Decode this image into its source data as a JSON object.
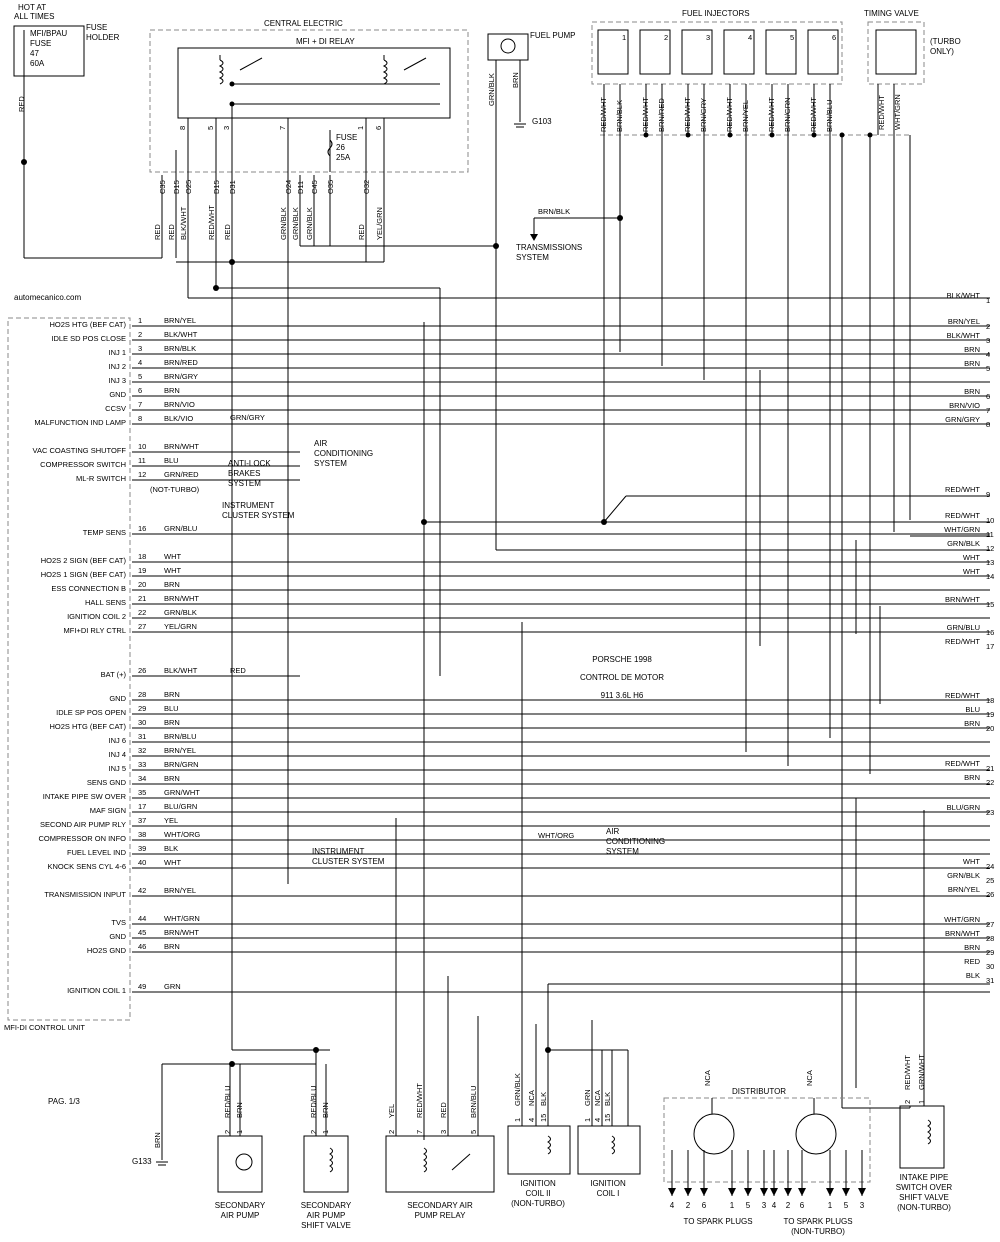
{
  "watermark": "automecanico.com",
  "page_label": "PAG. 1/3",
  "title": {
    "line1": "PORSCHE 1998",
    "line2": "CONTROL DE MOTOR",
    "line3": "911 3.6L H6"
  },
  "top": {
    "hot_at": "HOT AT",
    "all_times": "ALL TIMES",
    "fuse_holder": [
      "FUSE",
      "HOLDER"
    ],
    "mfi_fuse": [
      "MFI/BPAU",
      "FUSE",
      "47",
      "60A"
    ],
    "red": "RED",
    "central_electric": "CENTRAL ELECTRIC",
    "relay": "MFI + DI RELAY",
    "relay_pins": [
      "8",
      "5",
      "3",
      "7",
      "1",
      "6"
    ],
    "fuse26": [
      "FUSE",
      "26",
      "25A"
    ],
    "conn_pins": [
      "C35",
      "D15",
      "O25",
      "D15",
      "D31",
      "O24",
      "D11",
      "C45",
      "O35",
      "O32"
    ],
    "conn_wires": [
      "RED",
      "RED",
      "BLK/WHT",
      "RED/WHT",
      "RED",
      "GRN/BLK",
      "GRN/BLK",
      "GRN/BLK",
      "RED",
      "YEL/GRN"
    ],
    "fuel_pump": "FUEL PUMP",
    "fp_wires": [
      "GRN/BLK",
      "BRN"
    ],
    "g103": "G103",
    "trans": {
      "wire": "BRN/BLK",
      "label": [
        "TRANSMISSIONS",
        "SYSTEM"
      ]
    },
    "fuel_injectors": "FUEL INJECTORS",
    "injectors": [
      {
        "n": "1",
        "w1": "RED/WHT",
        "w2": "BRN/BLK"
      },
      {
        "n": "2",
        "w1": "RED/WHT",
        "w2": "BRN/RED"
      },
      {
        "n": "3",
        "w1": "RED/WHT",
        "w2": "BRN/GRY"
      },
      {
        "n": "4",
        "w1": "RED/WHT",
        "w2": "BRN/YEL"
      },
      {
        "n": "5",
        "w1": "RED/WHT",
        "w2": "BRN/GRN"
      },
      {
        "n": "6",
        "w1": "RED/WHT",
        "w2": "BRN/BLU"
      }
    ],
    "timing_valve": "TIMING VALVE",
    "turbo_only": [
      "(TURBO",
      "ONLY)"
    ],
    "tv_wires": [
      "RED/WHT",
      "WHT/GRN"
    ]
  },
  "ecu_label": "MFI-DI CONTROL UNIT",
  "pins": [
    {
      "name": "HO2S HTG (BEF CAT)",
      "num": "1",
      "wire": "BRN/YEL"
    },
    {
      "name": "IDLE SD POS CLOSE",
      "num": "2",
      "wire": "BLK/WHT"
    },
    {
      "name": "INJ 1",
      "num": "3",
      "wire": "BRN/BLK"
    },
    {
      "name": "INJ 2",
      "num": "4",
      "wire": "BRN/RED"
    },
    {
      "name": "INJ 3",
      "num": "5",
      "wire": "BRN/GRY"
    },
    {
      "name": "GND",
      "num": "6",
      "wire": "BRN"
    },
    {
      "name": "CCSV",
      "num": "7",
      "wire": "BRN/VIO"
    },
    {
      "name": "MALFUNCTION IND LAMP",
      "num": "8",
      "wire": "BLK/VIO"
    },
    {
      "name": "VAC COASTING SHUTOFF",
      "num": "10",
      "wire": "BRN/WHT"
    },
    {
      "name": "COMPRESSOR SWITCH",
      "num": "11",
      "wire": "BLU"
    },
    {
      "name": "ML-R SWITCH",
      "num": "12",
      "wire": "GRN/RED"
    },
    {
      "name": "TEMP SENS",
      "num": "16",
      "wire": "GRN/BLU"
    },
    {
      "name": "HO2S 2 SIGN (BEF CAT)",
      "num": "18",
      "wire": "WHT"
    },
    {
      "name": "HO2S 1 SIGN (BEF CAT)",
      "num": "19",
      "wire": "WHT"
    },
    {
      "name": "ESS CONNECTION B",
      "num": "20",
      "wire": "BRN"
    },
    {
      "name": "HALL SENS",
      "num": "21",
      "wire": "BRN/WHT"
    },
    {
      "name": "IGNITION COIL 2",
      "num": "22",
      "wire": "GRN/BLK"
    },
    {
      "name": "MFI+DI RLY CTRL",
      "num": "27",
      "wire": "YEL/GRN"
    },
    {
      "name": "BAT (+)",
      "num": "26",
      "wire": "BLK/WHT"
    },
    {
      "name": "GND",
      "num": "28",
      "wire": "BRN"
    },
    {
      "name": "IDLE SP POS OPEN",
      "num": "29",
      "wire": "BLU"
    },
    {
      "name": "HO2S HTG (BEF CAT)",
      "num": "30",
      "wire": "BRN"
    },
    {
      "name": "INJ 6",
      "num": "31",
      "wire": "BRN/BLU"
    },
    {
      "name": "INJ 4",
      "num": "32",
      "wire": "BRN/YEL"
    },
    {
      "name": "INJ 5",
      "num": "33",
      "wire": "BRN/GRN"
    },
    {
      "name": "SENS GND",
      "num": "34",
      "wire": "BRN"
    },
    {
      "name": "INTAKE PIPE SW OVER",
      "num": "35",
      "wire": "GRN/WHT"
    },
    {
      "name": "MAF SIGN",
      "num": "17",
      "wire": "BLU/GRN"
    },
    {
      "name": "SECOND AIR PUMP RLY",
      "num": "37",
      "wire": "YEL"
    },
    {
      "name": "COMPRESSOR ON INFO",
      "num": "38",
      "wire": "WHT/ORG"
    },
    {
      "name": "FUEL LEVEL IND",
      "num": "39",
      "wire": "BLK"
    },
    {
      "name": "KNOCK SENS CYL 4-6",
      "num": "40",
      "wire": "WHT"
    },
    {
      "name": "TRANSMISSION INPUT",
      "num": "42",
      "wire": "BRN/YEL"
    },
    {
      "name": "TVS",
      "num": "44",
      "wire": "WHT/GRN"
    },
    {
      "name": "GND",
      "num": "45",
      "wire": "BRN/WHT"
    },
    {
      "name": "HO2S GND",
      "num": "46",
      "wire": "BRN"
    },
    {
      "name": "IGNITION COIL 1",
      "num": "49",
      "wire": "GRN"
    }
  ],
  "mid": {
    "grn_gry": "GRN/GRY",
    "air_cond": [
      "AIR",
      "CONDITIONING",
      "SYSTEM"
    ],
    "anti_lock": [
      "ANTI-LOCK",
      "BRAKES",
      "SYSTEM"
    ],
    "not_turbo": "(NOT-TURBO)",
    "inst_cluster": [
      "INSTRUMENT",
      "CLUSTER SYSTEM"
    ],
    "red": "RED",
    "wht_org": "WHT/ORG",
    "air_cond2": [
      "AIR",
      "CONDITIONING",
      "SYSTEM"
    ],
    "inst_cluster2": [
      "INSTRUMENT",
      "CLUSTER SYSTEM"
    ]
  },
  "right": [
    {
      "wire": "BLK/WHT",
      "num": "1"
    },
    {
      "wire": "BRN/YEL",
      "num": "2"
    },
    {
      "wire": "BLK/WHT",
      "num": "3"
    },
    {
      "wire": "BRN",
      "num": "4"
    },
    {
      "wire": "BRN",
      "num": "5"
    },
    {
      "wire": "BRN",
      "num": "6"
    },
    {
      "wire": "BRN/VIO",
      "num": "7"
    },
    {
      "wire": "GRN/GRY",
      "num": "8"
    },
    {
      "wire": "RED/WHT",
      "num": "9"
    },
    {
      "wire": "RED/WHT",
      "num": "10"
    },
    {
      "wire": "WHT/GRN",
      "num": "11"
    },
    {
      "wire": "GRN/BLK",
      "num": "12"
    },
    {
      "wire": "WHT",
      "num": "13"
    },
    {
      "wire": "WHT",
      "num": "14"
    },
    {
      "wire": "BRN/WHT",
      "num": "15"
    },
    {
      "wire": "GRN/BLU",
      "num": "16"
    },
    {
      "wire": "RED/WHT",
      "num": "17"
    },
    {
      "wire": "RED/WHT",
      "num": "18"
    },
    {
      "wire": "BLU",
      "num": "19"
    },
    {
      "wire": "BRN",
      "num": "20"
    },
    {
      "wire": "RED/WHT",
      "num": "21"
    },
    {
      "wire": "BRN",
      "num": "22"
    },
    {
      "wire": "BLU/GRN",
      "num": "23"
    },
    {
      "wire": "WHT",
      "num": "24"
    },
    {
      "wire": "GRN/BLK",
      "num": "25"
    },
    {
      "wire": "BRN/YEL",
      "num": "26"
    },
    {
      "wire": "WHT/GRN",
      "num": "27"
    },
    {
      "wire": "BRN/WHT",
      "num": "28"
    },
    {
      "wire": "BRN",
      "num": "29"
    },
    {
      "wire": "RED",
      "num": "30"
    },
    {
      "wire": "BLK",
      "num": "31"
    }
  ],
  "bottom": {
    "g133": "G133",
    "brn": "BRN",
    "sap": {
      "label": [
        "SECONDARY",
        "AIR PUMP"
      ],
      "pins": [
        "2",
        "1"
      ],
      "wires": [
        "RED/BLU",
        "BRN"
      ]
    },
    "sapsv": {
      "label": [
        "SECONDARY",
        "AIR PUMP",
        "SHIFT VALVE"
      ],
      "pins": [
        "2",
        "1"
      ],
      "wires": [
        "RED/BLU",
        "BRN"
      ]
    },
    "sapr": {
      "label": [
        "SECONDARY AIR",
        "PUMP RELAY"
      ],
      "pins": [
        "2",
        "7",
        "3",
        "5"
      ],
      "wires": [
        "YEL",
        "RED/WHT",
        "RED",
        "BRN/BLU"
      ]
    },
    "coil2": {
      "label": [
        "IGNITION",
        "COIL II",
        "(NON-TURBO)"
      ],
      "pins": [
        "1",
        "4",
        "15"
      ],
      "wires": [
        "GRN/BLK",
        "NCA",
        "BLK"
      ]
    },
    "coil1": {
      "label": [
        "IGNITION",
        "COIL I"
      ],
      "pins": [
        "1",
        "4",
        "15"
      ],
      "wires": [
        "GRN",
        "NCA",
        "BLK"
      ]
    },
    "distributor": "DISTRIBUTOR",
    "nca": "NCA",
    "plugs1": [
      "4",
      "2",
      "6",
      "1",
      "5",
      "3"
    ],
    "plugs2": [
      "4",
      "2",
      "6",
      "1",
      "5",
      "3"
    ],
    "to_spark": "TO SPARK PLUGS",
    "to_spark2": [
      "TO SPARK PLUGS",
      "(NON-TURBO)"
    ],
    "ipsv": {
      "label": [
        "INTAKE PIPE",
        "SWITCH OVER",
        "SHIFT VALVE",
        "(NON-TURBO)"
      ],
      "pins": [
        "2",
        "1"
      ],
      "wires": [
        "RED/WHT",
        "GRN/WHT"
      ]
    }
  }
}
